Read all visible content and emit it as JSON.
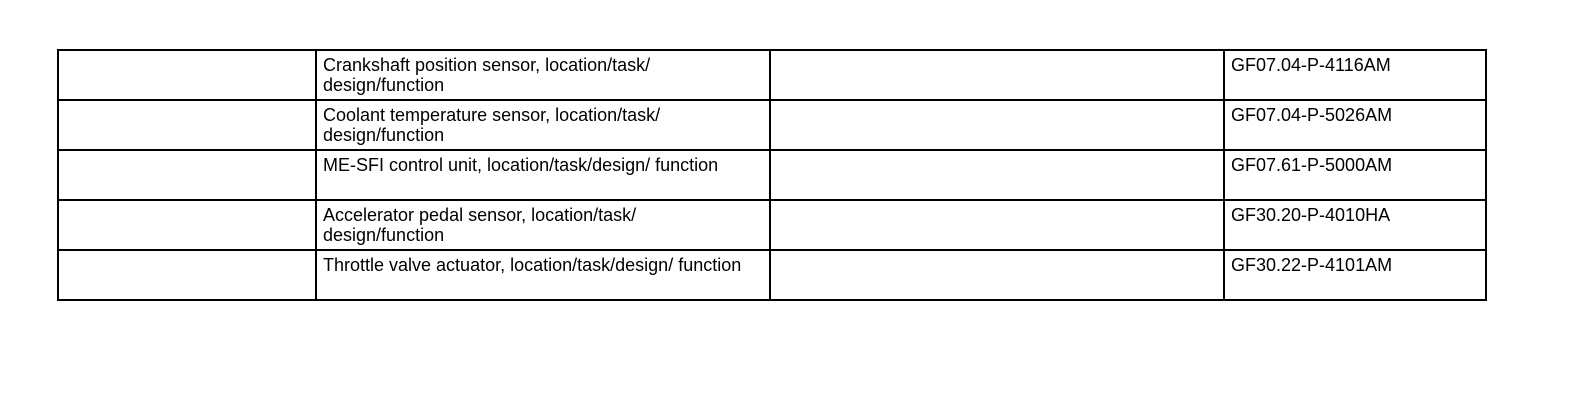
{
  "table": {
    "rows": [
      {
        "empty": "",
        "description": "Crankshaft position sensor, location/task/ design/function",
        "note": "",
        "ref": "GF07.04-P-4116AM"
      },
      {
        "empty": "",
        "description": "Coolant temperature sensor, location/task/ design/function",
        "note": "",
        "ref": "GF07.04-P-5026AM"
      },
      {
        "empty": "",
        "description": "ME-SFI control unit, location/task/design/ function",
        "note": "",
        "ref": "GF07.61-P-5000AM"
      },
      {
        "empty": "",
        "description": "Accelerator pedal sensor, location/task/ design/function",
        "note": "",
        "ref": "GF30.20-P-4010HA"
      },
      {
        "empty": "",
        "description": "Throttle valve actuator, location/task/design/ function",
        "note": "",
        "ref": "GF30.22-P-4101AM"
      }
    ]
  }
}
